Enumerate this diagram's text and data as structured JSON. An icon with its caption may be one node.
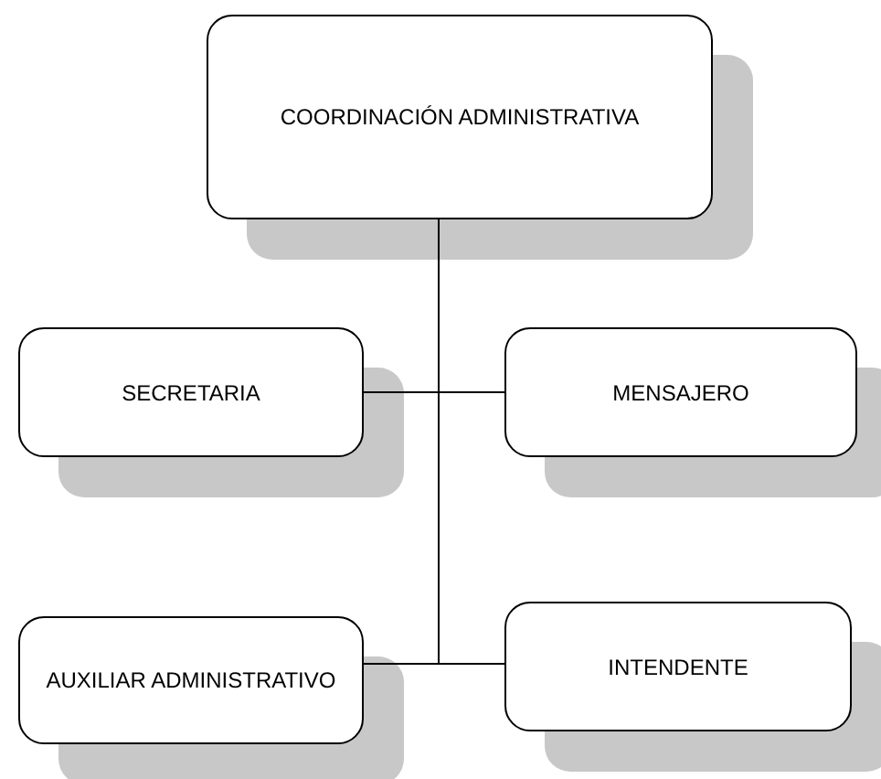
{
  "diagram": {
    "nodes": [
      {
        "text": [
          "COORDINACIÓN ADMINISTRATIVA"
        ]
      },
      {
        "text": [
          "SECRETARIA"
        ]
      },
      {
        "text": [
          "MENSAJERO"
        ]
      },
      {
        "text": [
          "AUXILIAR ADMINISTRATIVO"
        ]
      },
      {
        "text": [
          "INTENDENTE"
        ]
      }
    ],
    "edges": [
      {
        "from": 0,
        "to": 1,
        "arrow": "none"
      },
      {
        "from": 0,
        "to": 2,
        "arrow": "none"
      },
      {
        "from": 0,
        "to": 3,
        "arrow": "none"
      },
      {
        "from": 0,
        "to": 4,
        "arrow": "none"
      }
    ]
  }
}
